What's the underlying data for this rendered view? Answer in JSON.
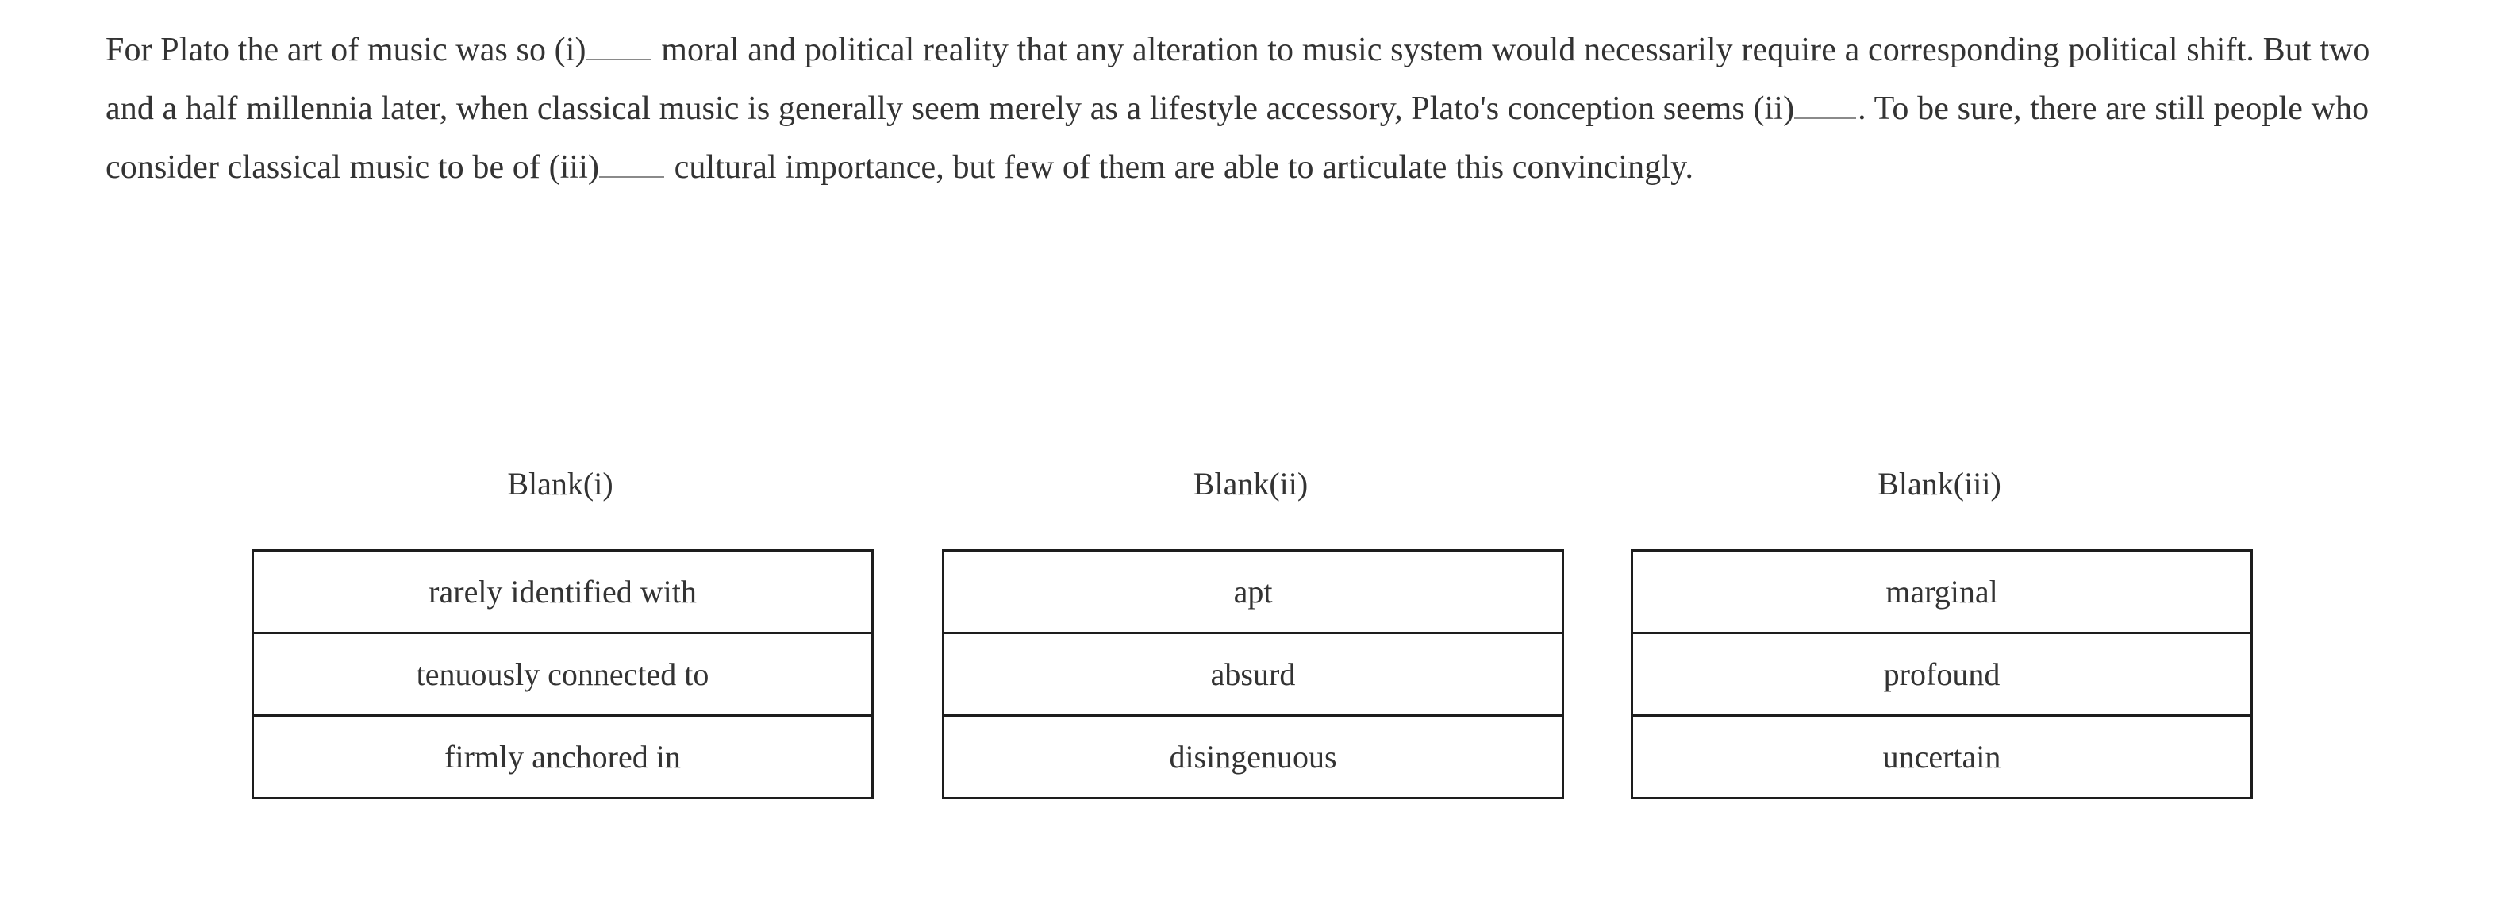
{
  "passage": {
    "segments": [
      {
        "type": "text",
        "value": "For Plato the art of music was so "
      },
      {
        "type": "text",
        "value": "(i)"
      },
      {
        "type": "blank",
        "value": ""
      },
      {
        "type": "text",
        "value": " moral and political reality that any alteration to music system would necessarily require a corresponding political shift. But two and a half millennia later, when classical music is generally seem merely as a lifestyle accessory, Plato's conception seems "
      },
      {
        "type": "text",
        "value": "(ii)"
      },
      {
        "type": "blank",
        "value": ""
      },
      {
        "type": "text",
        "value": ". To be sure, there are still people who consider classical music to be of "
      },
      {
        "type": "text",
        "value": "(iii)"
      },
      {
        "type": "blank",
        "value": ""
      },
      {
        "type": "text",
        "value": " cultural importance, but few of them are able to articulate this convincingly."
      }
    ],
    "full_text": "For Plato the art of music was so (i)_____ moral and political reality that any alteration to music system would necessarily require a corresponding political shift. But two and a half millennia later, when classical music is generally seem merely as a lifestyle accessory, Plato's conception seems (ii)_____. To be sure, there are still people who consider classical music to be of (iii)_____ cultural importance, but few of them are able to articulate this convincingly.",
    "marker_1": "(i)",
    "marker_2": "(ii)",
    "marker_3": "(iii)",
    "part_a": "For Plato the art of music was so ",
    "part_b": " moral and political reality that any alteration to music system would necessarily require a corresponding political shift. But two and a half millennia later, when classical music is generally seem merely as a lifestyle accessory, Plato's conception seems ",
    "part_c": ". To be sure, there are still people who consider classical music to be of ",
    "part_d": " cultural importance, but few of them are able to articulate this convincingly."
  },
  "blanks": [
    {
      "heading": "Blank(i)",
      "options": [
        "rarely identified with",
        "tenuously connected to",
        "firmly anchored in"
      ]
    },
    {
      "heading": "Blank(ii)",
      "options": [
        "apt",
        "absurd",
        "disingenuous"
      ]
    },
    {
      "heading": "Blank(iii)",
      "options": [
        "marginal",
        "profound",
        "uncertain"
      ]
    }
  ],
  "colors": {
    "text": "#333333",
    "border": "#1d1d1d",
    "blank_underline": "#8a8a8a",
    "background": "#ffffff"
  }
}
